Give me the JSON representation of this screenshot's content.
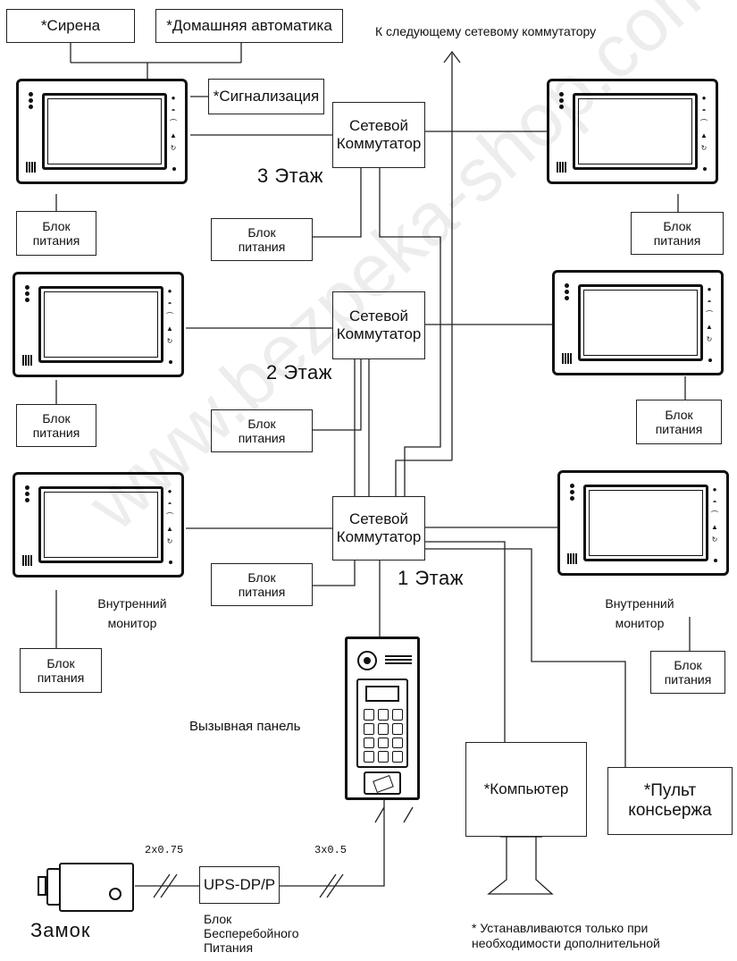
{
  "top": {
    "siren": "*Сирена",
    "home_automation": "*Домашняя автоматика",
    "alarm": "*Сигнализация",
    "next_switch": "К следующему сетевому коммутатору"
  },
  "switch": {
    "line1": "Сетевой",
    "line2": "Коммутатор"
  },
  "psu": {
    "line1": "Блок",
    "line2": "питания"
  },
  "floors": {
    "f3": "3 Этаж",
    "f2": "2 Этаж",
    "f1": "1 Этаж"
  },
  "monitor_caption": {
    "line1": "Внутренний",
    "line2": "монитор"
  },
  "call_panel": "Вызывная панель",
  "computer": "*Компьютер",
  "concierge": {
    "line1": "*Пульт",
    "line2": "консьержа"
  },
  "ups": {
    "label": "UPS-DP/P",
    "caption1": "Блок",
    "caption2": "Бесперебойного",
    "caption3": "Питания"
  },
  "lock": "Замок",
  "cable1": "2x0.75",
  "cable2": "3x0.5",
  "note": {
    "line1": "* Устанавливаются только при",
    "line2": "необходимости дополнительной"
  },
  "watermark": "www.bezpeka-shop.com"
}
